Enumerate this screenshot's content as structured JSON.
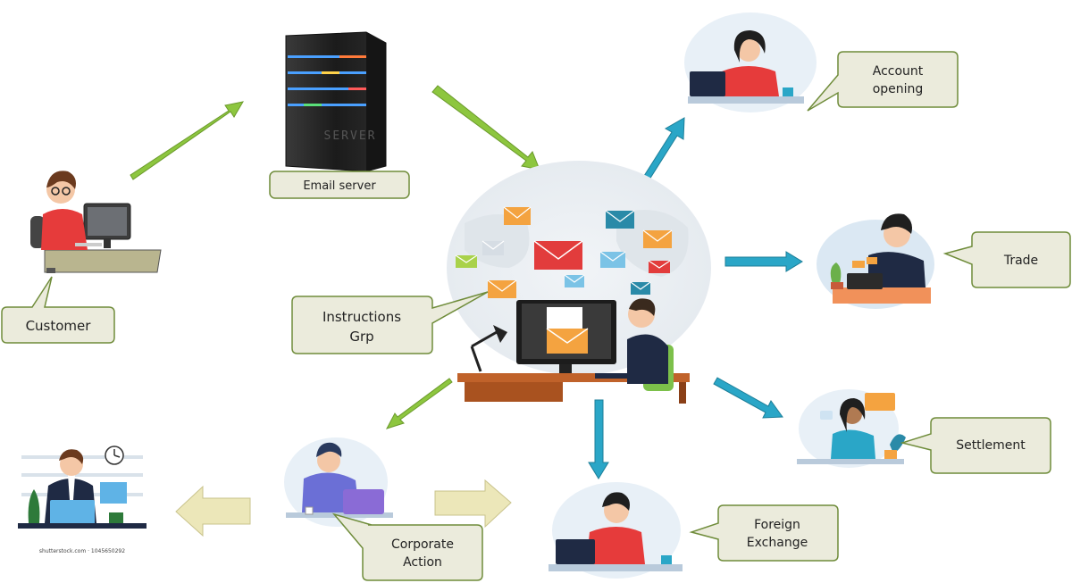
{
  "labels": {
    "customer": "Customer",
    "email_server": "Email server",
    "instructions_line1": "Instructions",
    "instructions_line2": "Grp",
    "account_line1": "Account",
    "account_line2": "opening",
    "trade": "Trade",
    "settlement": "Settlement",
    "fx_line1": "Foreign",
    "fx_line2": "Exchange",
    "corporate_line1": "Corporate",
    "corporate_line2": "Action",
    "server_sign": "SERVER",
    "credit": "shutterstock.com · 1045650292"
  },
  "colors": {
    "callout_fill": "#ebebdc",
    "callout_stroke": "#6f8c3a",
    "arrow_green": "#8dc63f",
    "arrow_blue": "#2aa6c7",
    "arrow_tan": "#ece7b9",
    "shirt_red": "#e63b3b",
    "navy": "#1f2a44"
  }
}
